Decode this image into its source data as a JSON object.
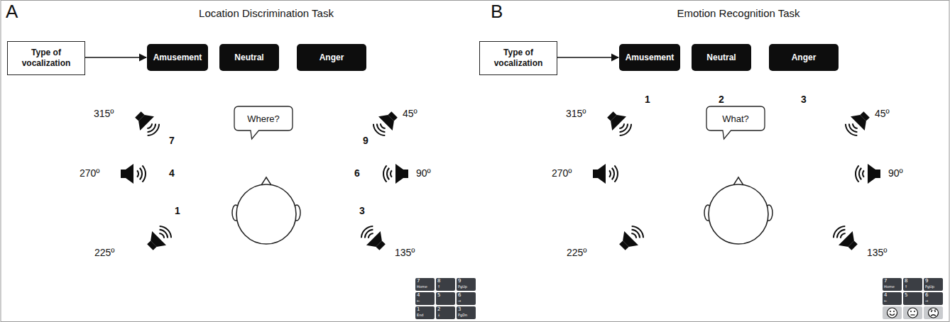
{
  "diagram": {
    "nodes": [
      {
        "text": [
          "Type of vocalization"
        ]
      },
      {
        "text": [
          "Amusement"
        ]
      },
      {
        "text": [
          "Neutral"
        ]
      },
      {
        "text": [
          "Anger"
        ]
      },
      {
        "text": [
          "Where?"
        ]
      },
      {
        "text": [
          "7",
          "Home"
        ]
      },
      {
        "text": [
          "8",
          "↑"
        ]
      },
      {
        "text": [
          "9",
          "PgUp"
        ]
      },
      {
        "text": [
          "4",
          "←"
        ]
      },
      {
        "text": [
          "5"
        ]
      },
      {
        "text": [
          "6",
          "→"
        ]
      },
      {
        "text": [
          "1",
          "End"
        ]
      },
      {
        "text": [
          "2",
          "↓"
        ]
      },
      {
        "text": [
          "3",
          "PgDn"
        ]
      },
      {
        "text": [
          "Type of vocalization"
        ]
      },
      {
        "text": [
          "Amusement"
        ]
      },
      {
        "text": [
          "Neutral"
        ]
      },
      {
        "text": [
          "Anger"
        ]
      },
      {
        "text": [
          "What?"
        ]
      },
      {
        "text": [
          "7",
          "Home"
        ]
      },
      {
        "text": [
          "8",
          "↑"
        ]
      },
      {
        "text": [
          "9",
          "PgUp"
        ]
      },
      {
        "text": [
          "4",
          "←"
        ]
      },
      {
        "text": [
          "5"
        ]
      },
      {
        "text": [
          "6",
          "→"
        ]
      }
    ],
    "edges": [
      {
        "from": 0,
        "to": 1,
        "arrow": "to"
      },
      {
        "from": 14,
        "to": 15,
        "arrow": "to"
      }
    ],
    "labels": [
      "A",
      "Location Discrimination Task",
      "315º",
      "7",
      "9",
      "45º",
      "270º",
      "4",
      "6",
      "90º",
      "1",
      "225º",
      "3",
      "135º",
      "B",
      "Emotion Recognition Task",
      "1",
      "2",
      "3",
      "315º",
      "45º",
      "270º",
      "90º",
      "225º",
      "135º"
    ]
  }
}
